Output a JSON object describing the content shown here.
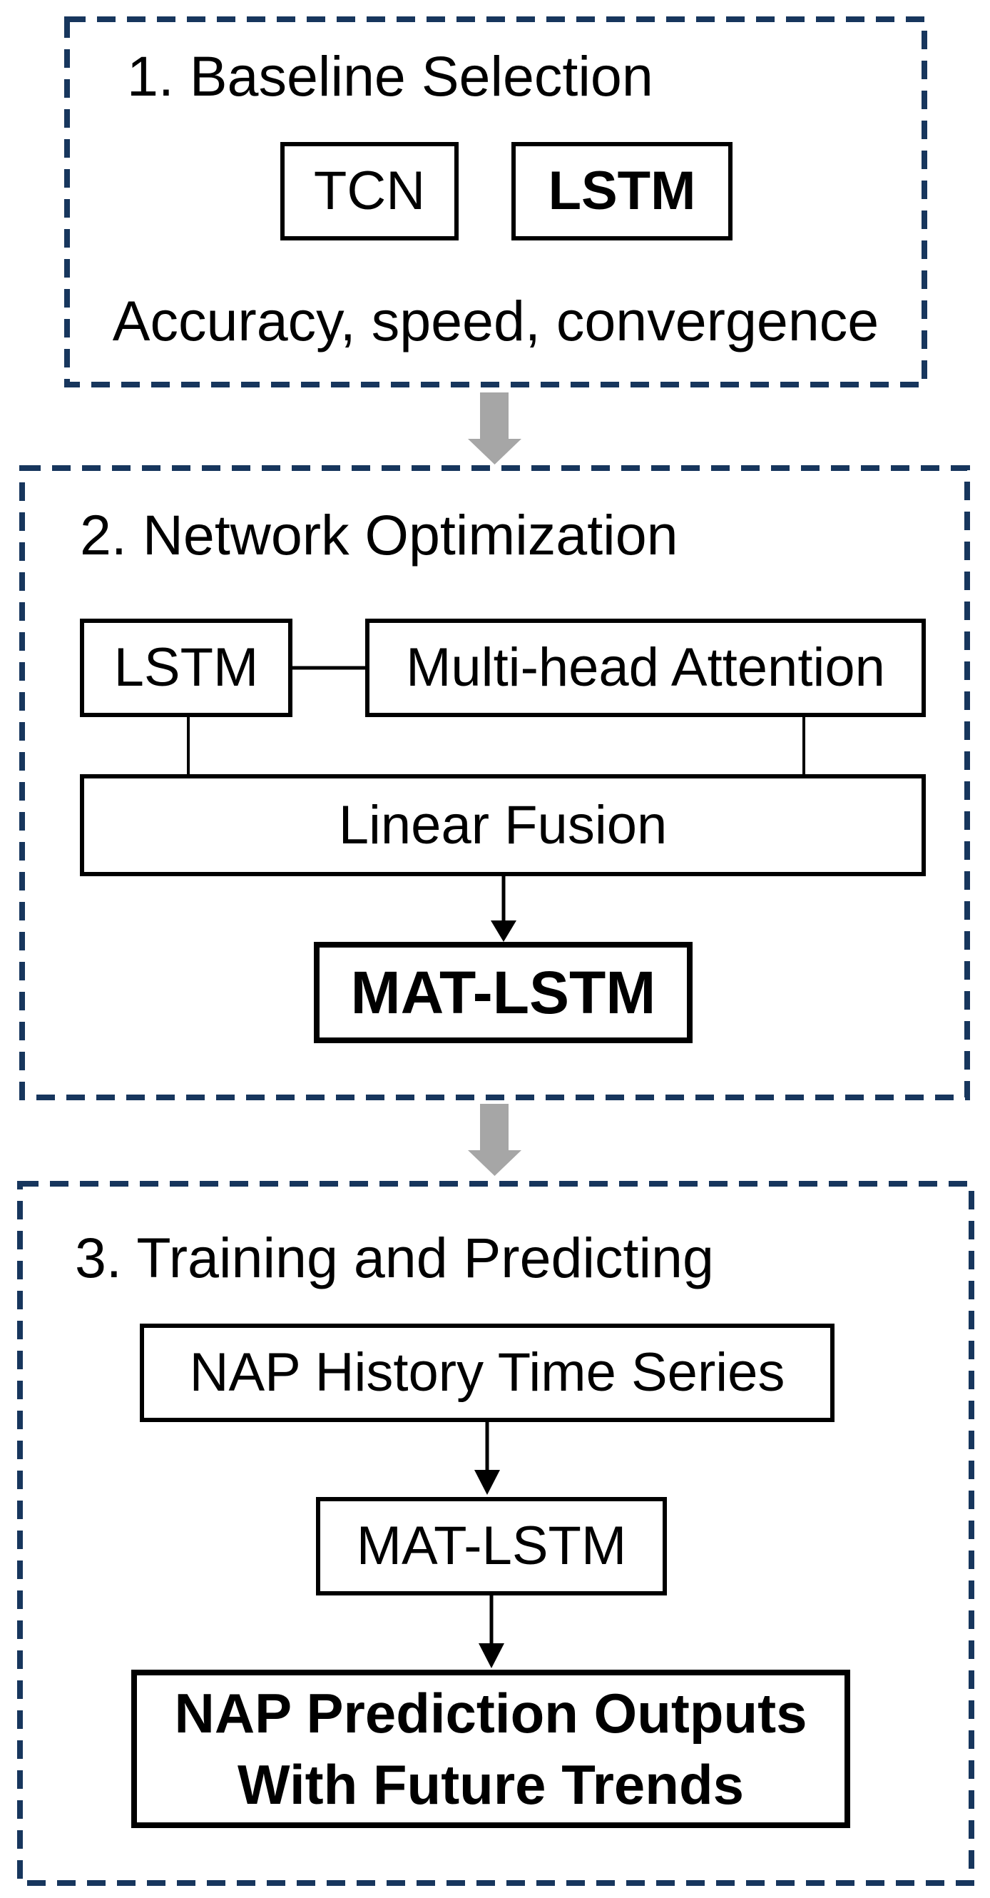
{
  "stage1": {
    "title": "1. Baseline Selection",
    "tcn_label": "TCN",
    "lstm_label": "LSTM",
    "caption": "Accuracy, speed, convergence"
  },
  "stage2": {
    "title": "2. Network Optimization",
    "lstm_label": "LSTM",
    "attention_label": "Multi-head Attention",
    "fusion_label": "Linear Fusion",
    "matlstm_label": "MAT-LSTM"
  },
  "stage3": {
    "title": "3. Training and Predicting",
    "input_label": "NAP History Time Series",
    "model_label": "MAT-LSTM",
    "output_line1": "NAP Prediction Outputs",
    "output_line2": "With Future Trends"
  },
  "icons": {
    "stage_flow_arrow": "thick-down-arrow",
    "node_flow_arrow": "thin-down-arrow"
  },
  "colors": {
    "dashed_border": "#17365D",
    "gray_arrow": "#A6A6A6",
    "box_border": "#000000",
    "connector": "#000000",
    "text": "#000000",
    "background": "#FFFFFF"
  }
}
